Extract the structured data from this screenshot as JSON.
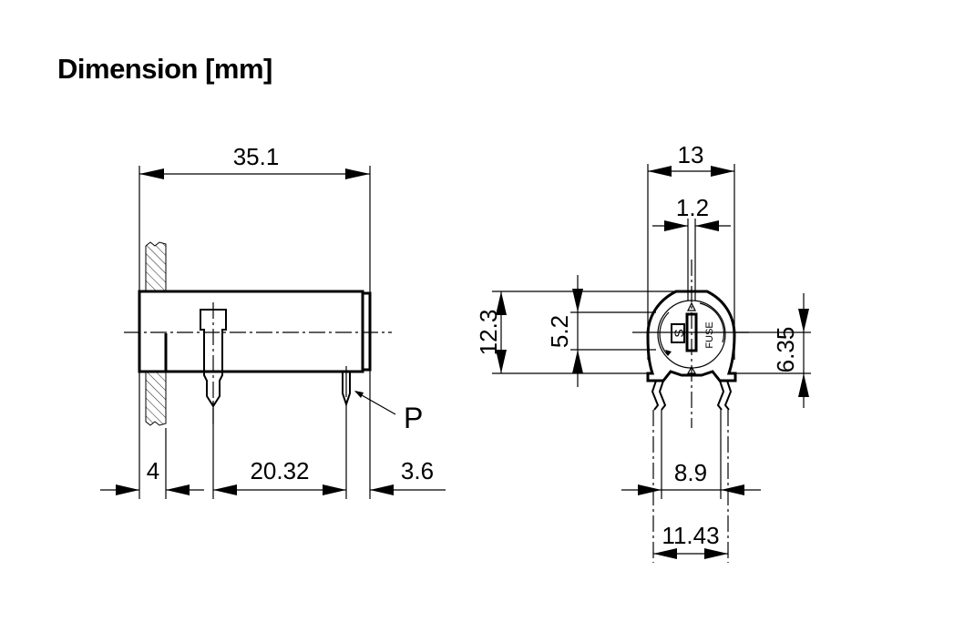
{
  "title": "Dimension [mm]",
  "side_view": {
    "overall_length": "35.1",
    "panel_thickness": "4",
    "pin_spacing": "20.32",
    "rear_offset": "3.6",
    "pin_label": "P"
  },
  "front_view": {
    "width": "13",
    "slot_width": "1.2",
    "height": "12.3",
    "window_height": "5.2",
    "center_height": "6.35",
    "pin_span_inner": "8.9",
    "pin_span_outer": "11.43",
    "logo_glyph": "S",
    "body_label": "FUSE"
  }
}
